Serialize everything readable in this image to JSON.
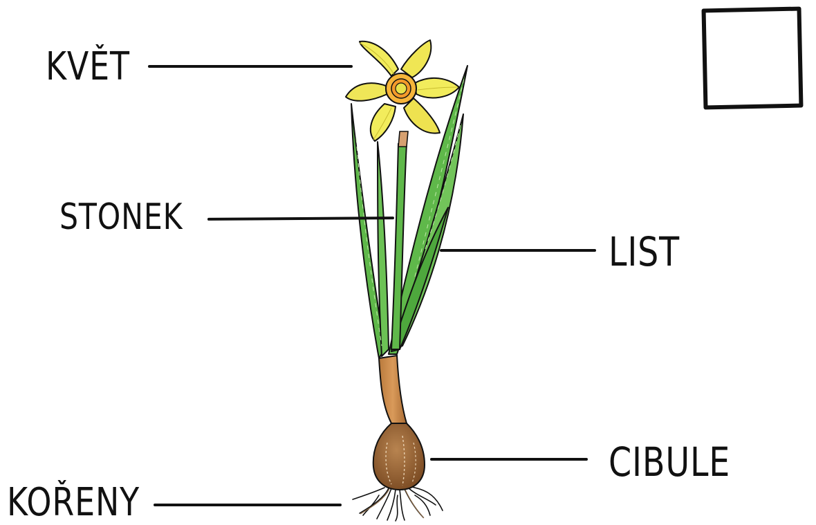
{
  "labels": {
    "flower": "KVĚT",
    "stem": "STONEK",
    "leaf": "LIST",
    "bulb": "CIBULE",
    "roots": "KOŘENY"
  },
  "colors": {
    "ink": "#111111",
    "petal": "#f2ec5c",
    "petal_shade": "#d9cf3a",
    "corona": "#f6b53a",
    "corona_center": "#e8e24a",
    "leaf": "#5fb84a",
    "leaf_dark": "#3f8f34",
    "leaf_light": "#8fd07a",
    "neck": "#c9894a",
    "bulb": "#8a5a2e",
    "bulb_light": "#b88450",
    "root": "#8a6a48"
  },
  "answer_box": {
    "content": ""
  }
}
